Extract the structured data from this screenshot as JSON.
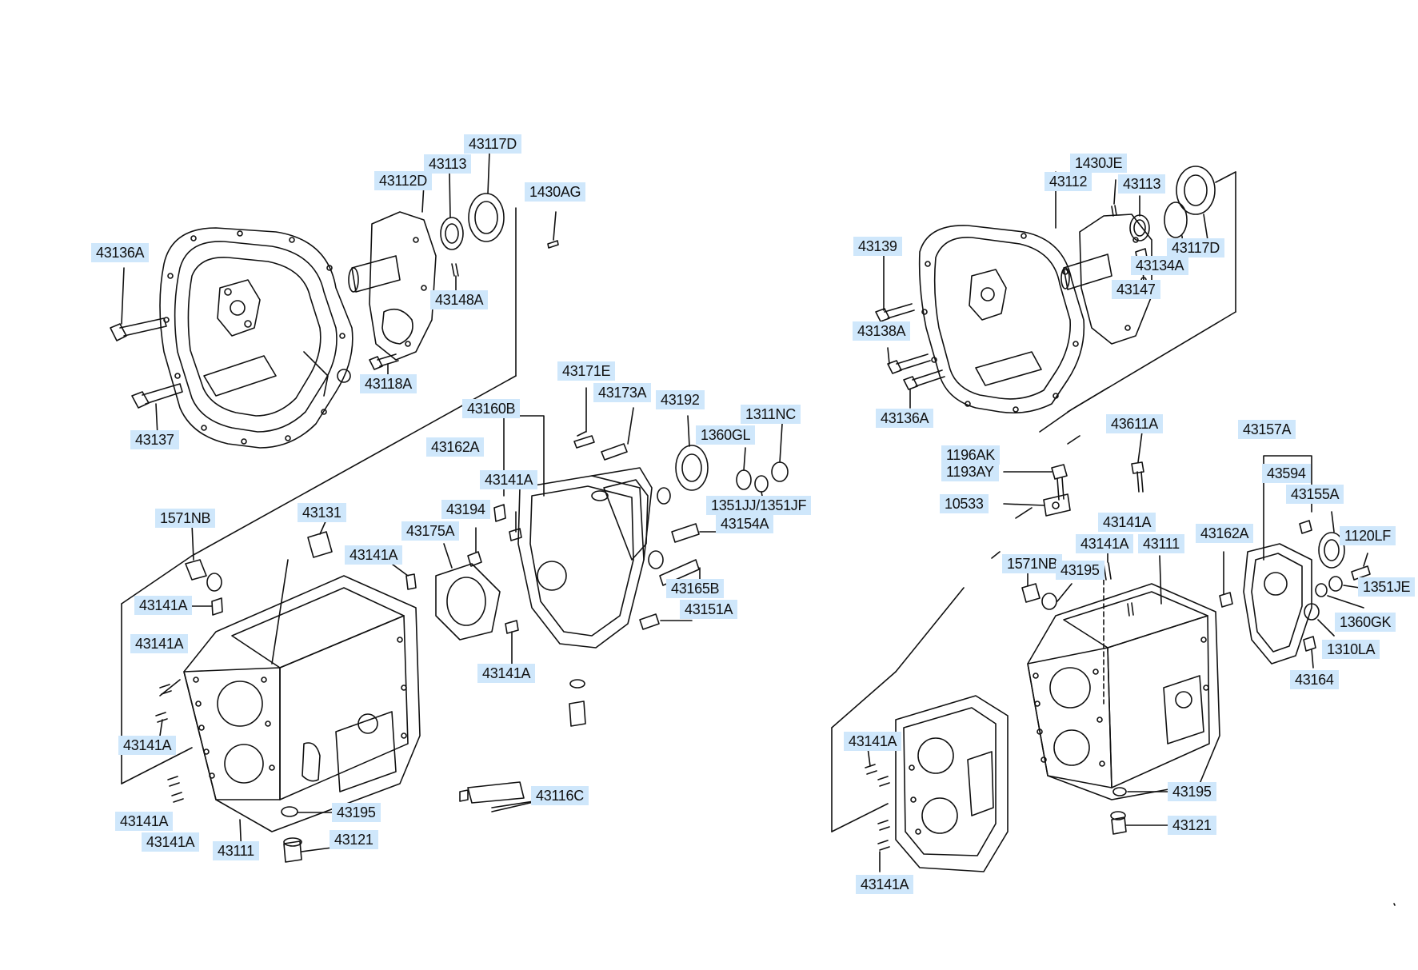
{
  "labels": [
    "43117D",
    "43113",
    "43112D",
    "1430AG",
    "43136A",
    "43148A",
    "43118A",
    "43137",
    "43171E",
    "43173A",
    "43192",
    "1311NC",
    "43160B",
    "1360GL",
    "43162A",
    "43141A",
    "1351JJ/1351JF",
    "43194",
    "43154A",
    "1571NB",
    "43131",
    "43175A",
    "43141A",
    "43141A",
    "43165B",
    "43151A",
    "43141A",
    "43141A",
    "43141A",
    "43116C",
    "43141A",
    "43195",
    "43141A",
    "43121",
    "43111",
    "1430JE",
    "43112",
    "43113",
    "43117D",
    "43139",
    "43134A",
    "43147",
    "43138A",
    "43136A",
    "43611A",
    "43157A",
    "1196AK",
    "1193AY",
    "43594",
    "10533",
    "43155A",
    "43141A",
    "43141A",
    "43111",
    "43162A",
    "1120LF",
    "1571NB",
    "43195",
    "1351JE",
    "1360GK",
    "1310LA",
    "43164",
    "43141A",
    "43195",
    "43121",
    "43141A"
  ]
}
